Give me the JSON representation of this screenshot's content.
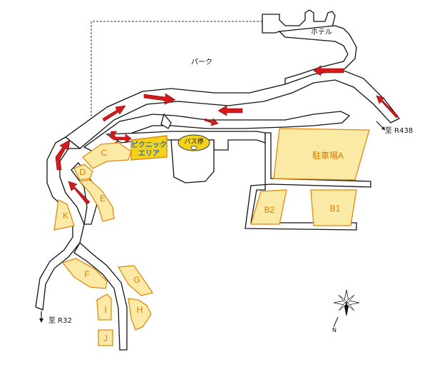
{
  "map": {
    "labels": {
      "hotel": "ホテル",
      "park": "パーク",
      "to_r438": "至 R438",
      "to_r32": "至 R32",
      "bus_stop": "バス停",
      "picnic_line1": "ピクニック",
      "picnic_line2": "エリア",
      "compass_n": "N"
    },
    "lots": {
      "A": "駐車場A",
      "B1": "B1",
      "B2": "B2",
      "C": "C",
      "D": "D",
      "E": "E",
      "F": "F",
      "G": "G",
      "H": "H",
      "I": "I",
      "J": "J",
      "K": "K"
    },
    "colors": {
      "lot_fill": "#fbe9a6",
      "lot_stroke": "#e08a12",
      "lot_text": "#e07b00",
      "arrow": "#d41a1a",
      "picnic_fill": "#f4d21a",
      "picnic_text": "#2a6fd1",
      "bus_stop_fill": "#f4d21a"
    }
  }
}
